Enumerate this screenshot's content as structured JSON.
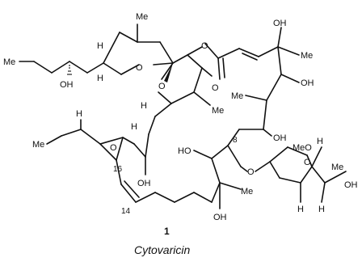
{
  "structure": {
    "compound_number": "1",
    "compound_name": "Cytovaricin",
    "labels": {
      "me_top": "Me",
      "me_left": "Me",
      "h_ring1_a": "H",
      "o_ring1": "O",
      "h_ring1_b": "H",
      "oh_sidechain": "OH",
      "o_ester": "O",
      "o_carbonyl": "O",
      "o_spiro_a": "O",
      "h_spiro": "H",
      "me_spiro": "Me",
      "oh_c3": "OH",
      "me_c3": "Me",
      "oh_c5": "OH",
      "me_c6": "Me",
      "h_ring3_a": "H",
      "h_ring3_b": "H",
      "me_ring3": "Me",
      "o_ring3": "O",
      "num_16": "16",
      "oh_ring3": "OH",
      "num_14": "14",
      "ho_c9": "HO",
      "num_8": "8",
      "oh_c7": "OH",
      "me_c11": "Me",
      "oh_c11": "OH",
      "o_glyco": "O",
      "meo_sugar": "MeO",
      "h_sugar_a": "H",
      "me_sugar": "Me",
      "o_sugar": "O",
      "oh_sugar": "OH",
      "h_sugar_b": "H",
      "h_sugar_c": "H"
    }
  }
}
